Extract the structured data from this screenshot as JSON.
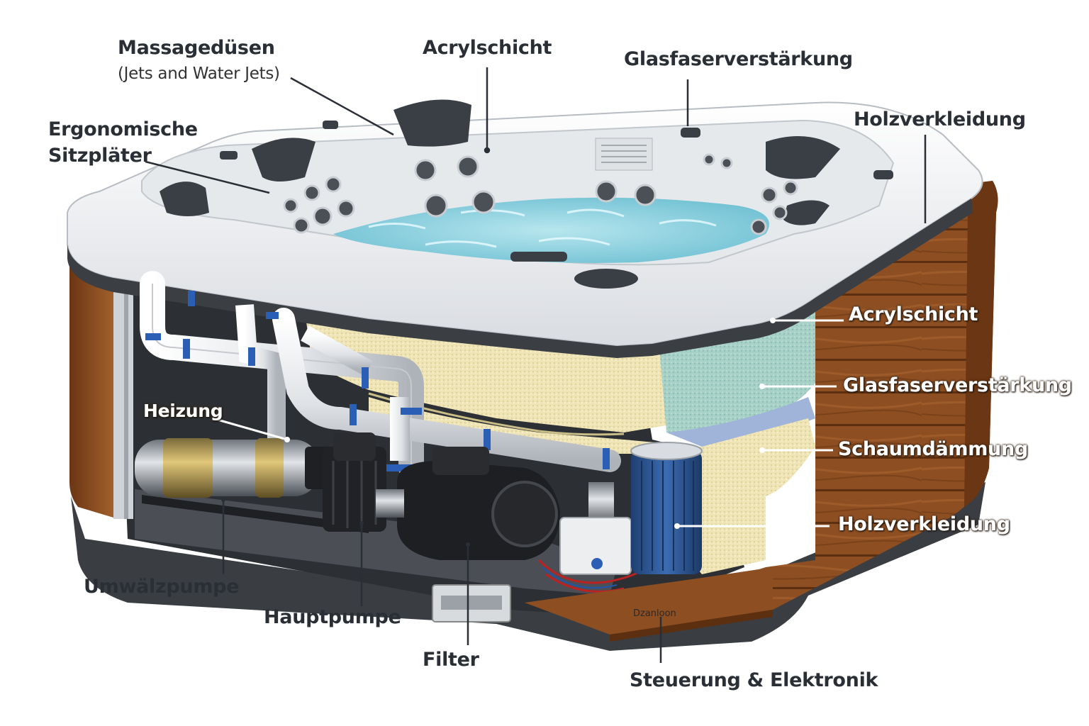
{
  "labels": {
    "massage": "Massagedüsen",
    "massage_sub": "(Jets and Water Jets)",
    "acryl_top": "Acrylschicht",
    "glas_top": "Glasfaserverstärkung",
    "holz_top": "Holzverkleidung",
    "ergo_1": "Ergonomische",
    "ergo_2": "Sitzpläter",
    "heizung": "Heizung",
    "acryl_side": "Acrylschicht",
    "glas_side": "Glasfaserverstärkung",
    "schaum": "Schaumdämmung",
    "holz_side": "Holzverkleidung",
    "umwaelz": "Umwälzpumpe",
    "haupt": "Hauptpumpe",
    "filter": "Filter",
    "steuerung": "Steuerung & Elektronik",
    "brand": "Dzanloon"
  },
  "colors": {
    "acrylic": "#f2f3f5",
    "water": "#8fd3e0",
    "wood": "#9a5a2a",
    "foam_yellow": "#efe6bd",
    "foam_teal": "#a9d2cb",
    "pipe": "#e8eaec",
    "pipe_band": "#2b5fb5",
    "filter_blue": "#2f5d9c",
    "dark_base": "#3a3d42"
  }
}
